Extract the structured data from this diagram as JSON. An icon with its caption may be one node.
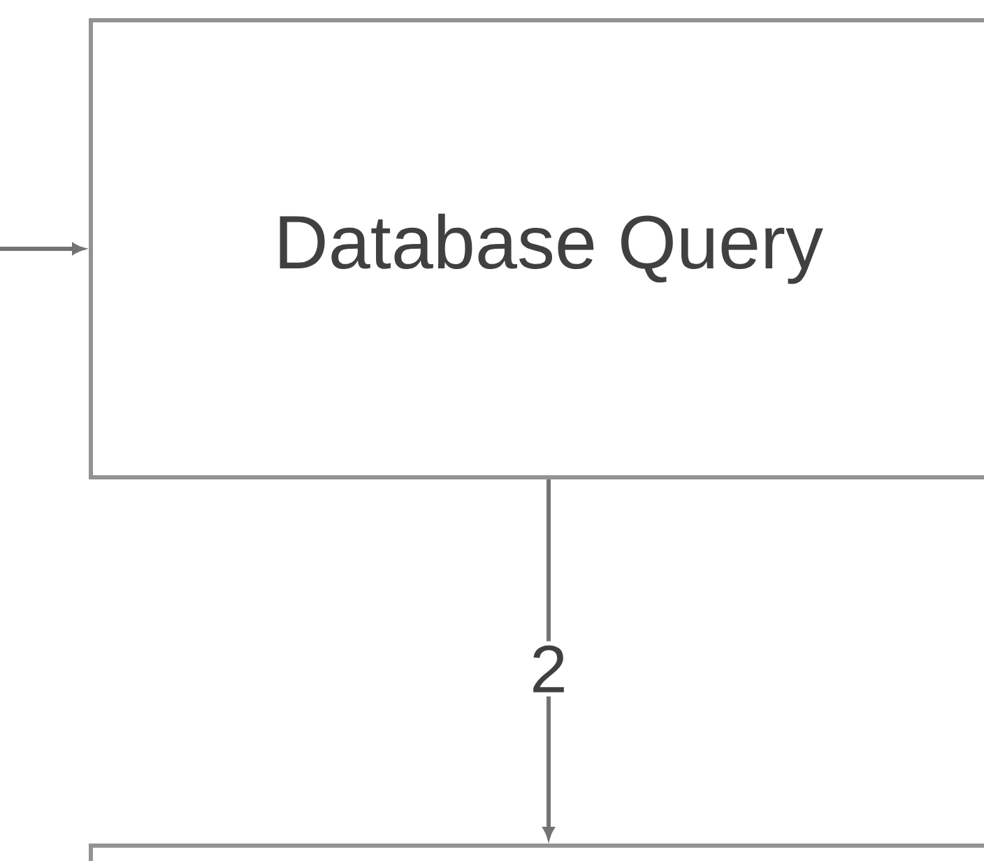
{
  "diagram": {
    "nodes": [
      {
        "text": [
          "Database Query"
        ]
      },
      {
        "text": [],
        "shape": "box"
      }
    ],
    "edges": [
      {
        "from": null,
        "to": 0,
        "arrow": "to"
      },
      {
        "from": 0,
        "to": 1,
        "arrow": "to",
        "label": "2"
      }
    ]
  }
}
